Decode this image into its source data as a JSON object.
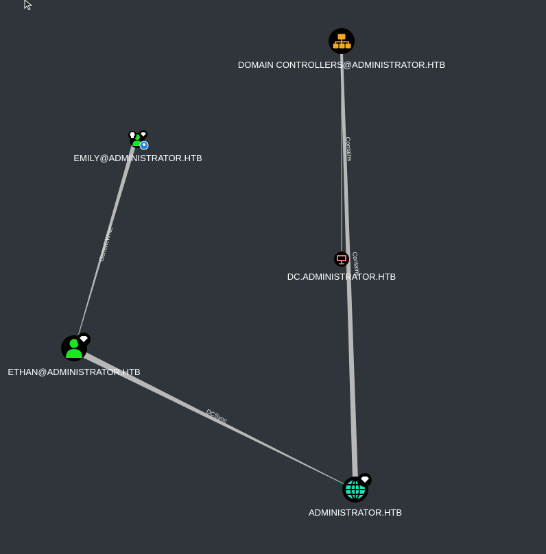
{
  "nodes": {
    "domain_controllers": {
      "label": "DOMAIN CONTROLLERS@ADMINISTRATOR.HTB",
      "icon": "group-icon",
      "color": "#f5a623"
    },
    "emily": {
      "label": "EMILY@ADMINISTRATOR.HTB",
      "icon": "user-icon",
      "color": "#17e625",
      "badges": [
        "skull-icon",
        "diamond-icon",
        "location-icon"
      ]
    },
    "dc": {
      "label": "DC.ADMINISTRATOR.HTB",
      "icon": "computer-icon",
      "color": "#e67873"
    },
    "ethan": {
      "label": "ETHAN@ADMINISTRATOR.HTB",
      "icon": "user-icon",
      "color": "#17e625",
      "badges": [
        "diamond-icon"
      ]
    },
    "domain": {
      "label": "ADMINISTRATOR.HTB",
      "icon": "globe-icon",
      "color": "#17e6b9",
      "badges": [
        "diamond-icon"
      ]
    }
  },
  "edges": {
    "generic_write": "GenericWrite",
    "dcsync": "DCSync",
    "contains_1": "Contains",
    "contains_2": "Contains"
  }
}
